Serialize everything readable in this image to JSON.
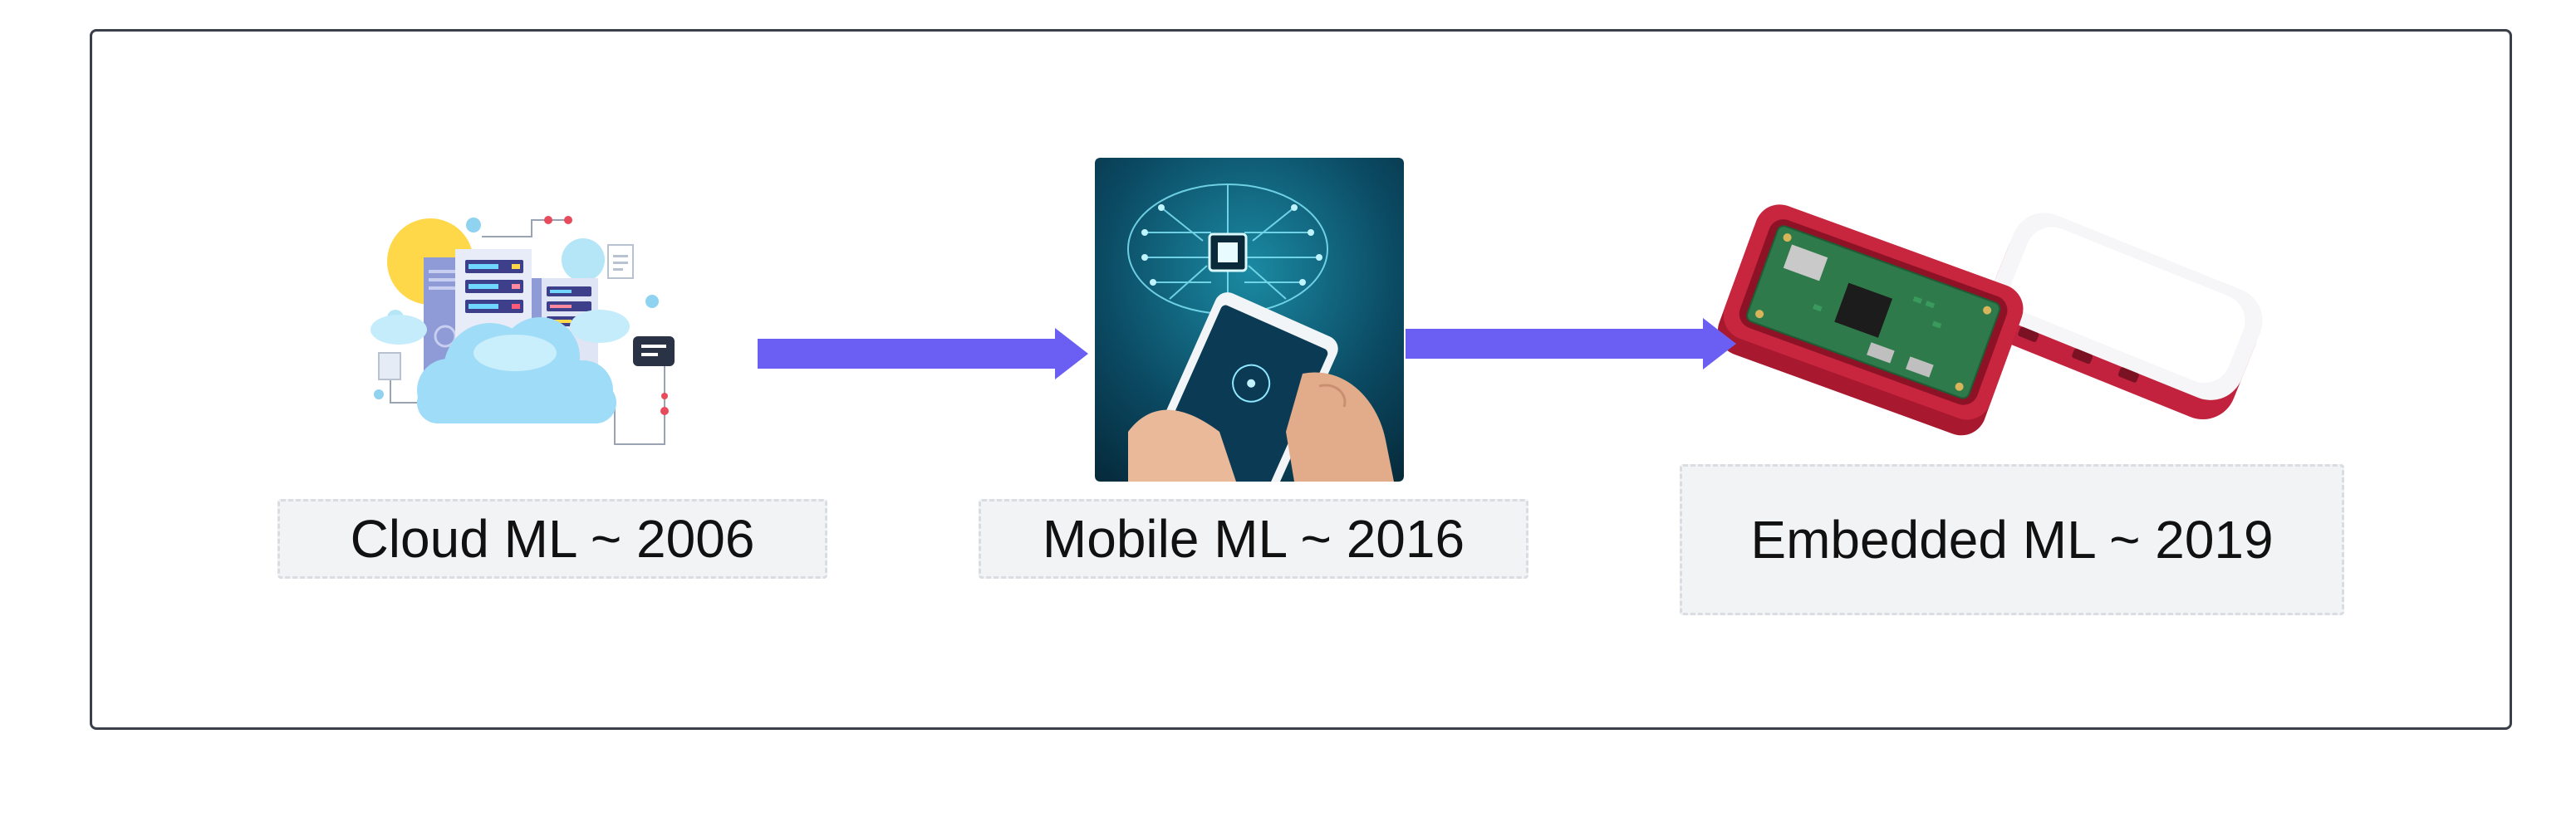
{
  "stages": [
    {
      "label": "Cloud ML ~ 2006",
      "illustration": "cloud-servers-illustration"
    },
    {
      "label": "Mobile ML ~ 2016",
      "illustration": "smartphone-ai-brain-photo"
    },
    {
      "label": "Embedded ML ~ 2019",
      "illustration": "microcontroller-board-case-photo"
    }
  ],
  "colors": {
    "arrow": "#6a5ff2",
    "frame": "#3a3f4a",
    "label_background": "#f2f3f5",
    "label_border": "#d9dce1"
  }
}
